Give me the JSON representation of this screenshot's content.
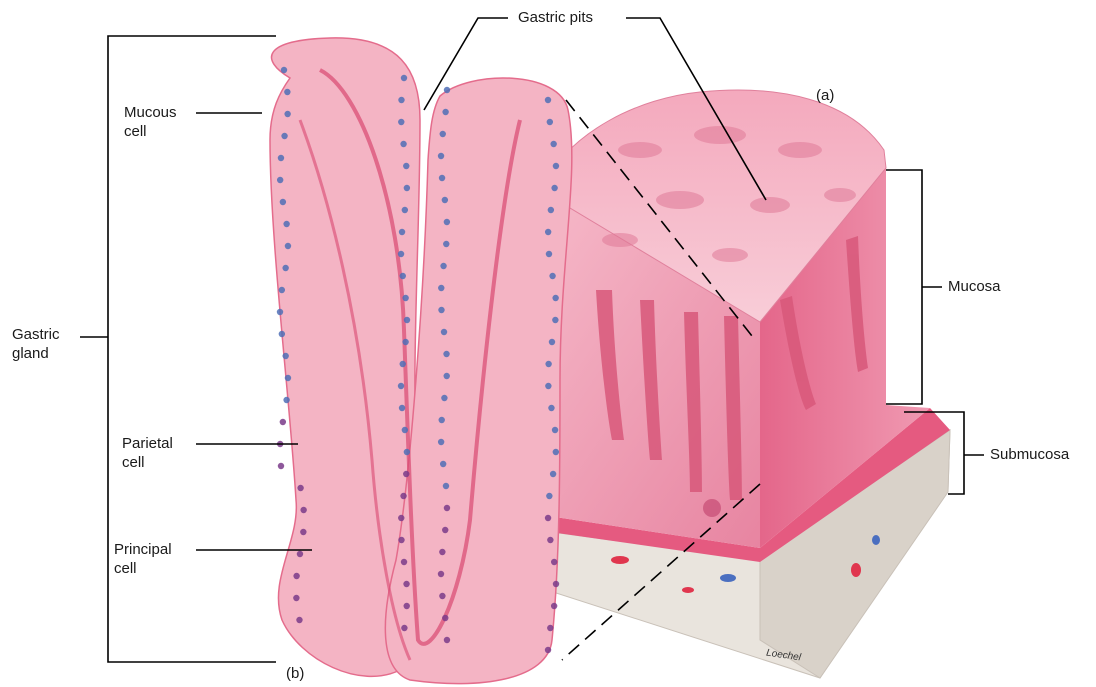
{
  "labels": {
    "gastric_pits": "Gastric pits",
    "panel_a": "(a)",
    "panel_b": "(b)",
    "mucous_cell": [
      "Mucous",
      "cell"
    ],
    "gastric_gland": [
      "Gastric",
      "gland"
    ],
    "parietal_cell": [
      "Parietal",
      "cell"
    ],
    "principal_cell": [
      "Principal",
      "cell"
    ],
    "mucosa": "Mucosa",
    "submucosa": "Submucosa"
  },
  "signature": "Loechel",
  "colors": {
    "tissue_pink": "#ee9ab0",
    "tissue_light": "#f8c8d4",
    "tissue_deep": "#d8587a",
    "nucleus_blue": "#4f6fb6",
    "nucleus_purple": "#7a3b8a",
    "submucosa_gray": "#e6e1da",
    "line": "#000000"
  }
}
